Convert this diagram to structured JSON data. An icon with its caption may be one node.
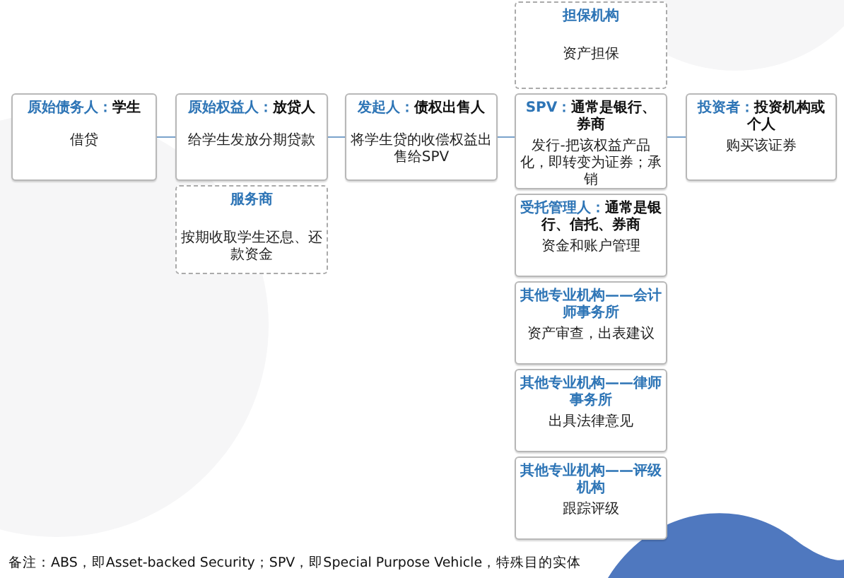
{
  "diagram": {
    "nodes": [
      {
        "text": [
          "原始债务人：",
          "学生",
          "借贷"
        ]
      },
      {
        "text": [
          "原始权益人：",
          "放贷人",
          "给学生发放分期贷款"
        ]
      },
      {
        "text": [
          "服务商",
          "按期收取学生还息、还款资金"
        ]
      },
      {
        "text": [
          "发起人：",
          "债权出售人",
          "将学生贷的收偿权益出售给SPV"
        ]
      },
      {
        "text": [
          "担保机构",
          "资产担保"
        ]
      },
      {
        "text": [
          "SPV：",
          "通常是银行、券商",
          "发行-把该权益产品化，即转变为证券；承销"
        ]
      },
      {
        "text": [
          "受托管理人：",
          "通常是银行、信托、券商",
          "资金和账户管理"
        ]
      },
      {
        "text": [
          "其他专业机构——会计师事务所",
          "资产审查，出表建议"
        ]
      },
      {
        "text": [
          "其他专业机构——律师事务所",
          "出具法律意见"
        ]
      },
      {
        "text": [
          "其他专业机构——评级机构",
          "跟踪评级"
        ]
      },
      {
        "text": [
          "投资者：",
          "投资机构或个人",
          "购买该证券"
        ]
      }
    ],
    "edges": [
      {
        "from": 0,
        "to": 1,
        "arrow": "none"
      },
      {
        "from": 1,
        "to": 3,
        "arrow": "none"
      },
      {
        "from": 3,
        "to": 5,
        "arrow": "none"
      },
      {
        "from": 5,
        "to": 10,
        "arrow": "none"
      }
    ],
    "labels": [
      "备注：ABS，即Asset-backed Security；SPV，即Special Purpose Vehicle，特殊目的实体"
    ]
  }
}
